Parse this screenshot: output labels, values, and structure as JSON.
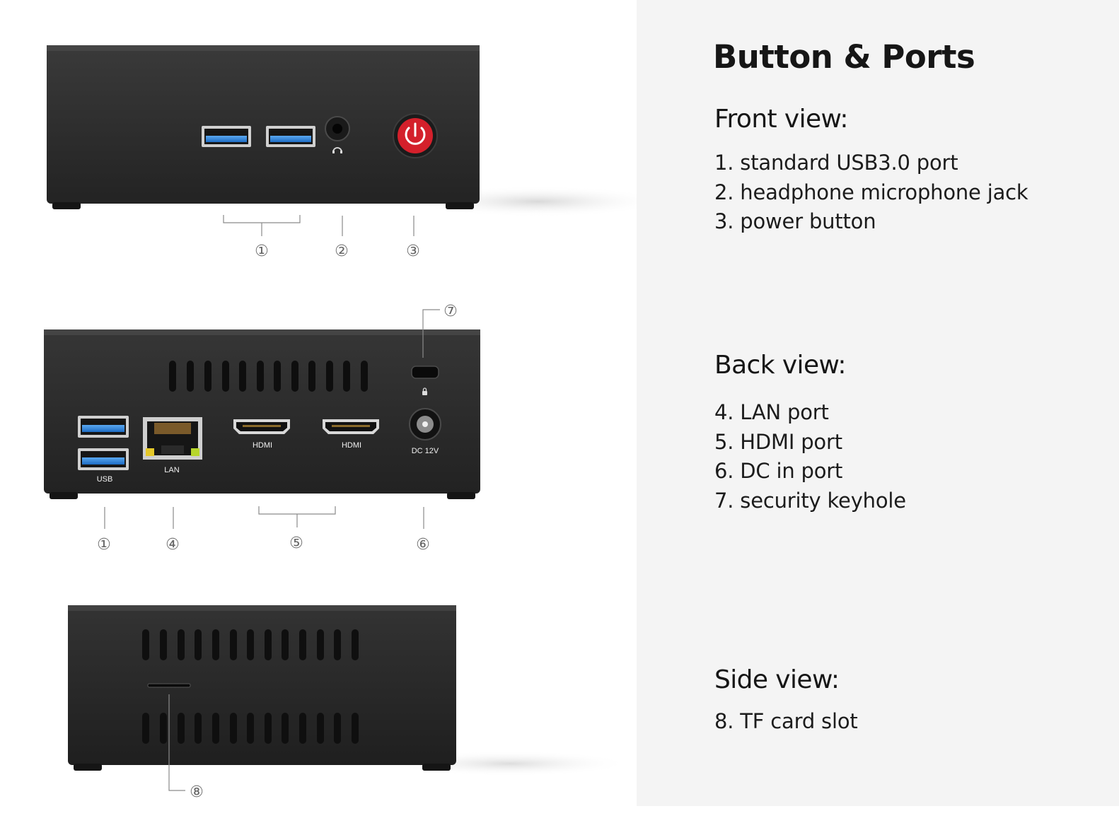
{
  "title": "Button & Ports",
  "sections": {
    "front": {
      "heading": "Front view:",
      "items": [
        "1. standard USB3.0 port",
        "2. headphone microphone jack",
        "3. power button"
      ]
    },
    "back": {
      "heading": "Back view:",
      "items": [
        "4. LAN port",
        "5. HDMI port",
        "6. DC in port",
        "7. security keyhole"
      ]
    },
    "side": {
      "heading": "Side view:",
      "items": [
        "8. TF card slot"
      ]
    }
  },
  "device_labels": {
    "usb": "USB",
    "lan": "LAN",
    "hdmi_1": "HDMI",
    "hdmi_2": "HDMI",
    "dc": "DC 12V"
  },
  "callouts": {
    "front": [
      "①",
      "②",
      "③"
    ],
    "back": [
      "①",
      "④",
      "⑤",
      "⑥",
      "⑦"
    ],
    "side": [
      "⑧"
    ]
  },
  "colors": {
    "panel_background": "#f4f4f4",
    "device_body": "#2a2a2a",
    "usb_port": "#2f7fd6",
    "power_button": "#d4202b",
    "led_yellow": "#e5c82a",
    "led_green": "#b7d62c"
  },
  "icons": [
    "power-icon",
    "headphone-icon",
    "lock-icon",
    "ethernet-port-icon",
    "hdmi-port-icon",
    "dc-jack-icon"
  ]
}
